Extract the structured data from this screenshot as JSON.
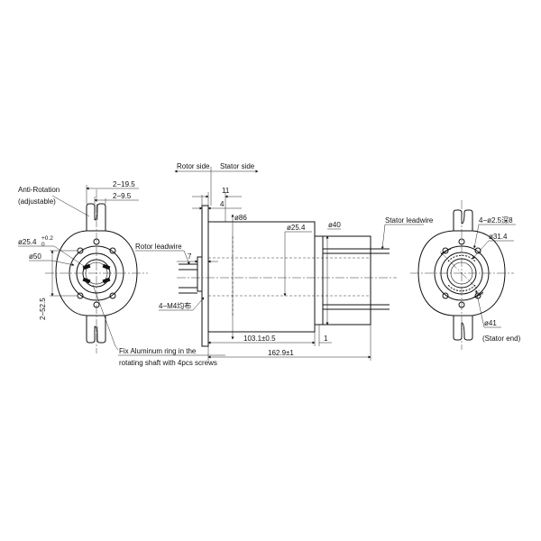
{
  "callouts": {
    "rotor_side": "Rotor side",
    "stator_side": "Stator side",
    "anti_rotation": "Anti-Rotation",
    "adjustable": "(adjustable)",
    "dim_2_19_5": "2−19.5",
    "dim_2_9_5": "2−9.5",
    "dia_25_4_left": "ø25.4",
    "tol_plus": "+0.2",
    "tol_zero": "0",
    "dia_50": "ø50",
    "dim_2_52_5": "2−52.5",
    "fix_ring_line1": "Fix Aluminum ring in the",
    "fix_ring_line2": "rotating shaft with 4pcs screws",
    "dim_11": "11",
    "dim_4": "4",
    "dim_7": "7",
    "dia_86": "ø86",
    "rotor_leadwire": "Rotor leadwire",
    "m4": "4−M4均布",
    "dia_25_4_mid": "ø25.4",
    "dia_40": "ø40",
    "dim_103_1": "103.1±0.5",
    "dim_1": "1",
    "dim_162_9": "162.9±1",
    "stator_leadwire": "Stator leadwire",
    "holes_4": "4−ø2.5深8",
    "dia_31_4": "ø31.4",
    "dia_41": "ø41",
    "stator_end": "(Stator end)"
  },
  "colors": {
    "line": "#111111",
    "background": "#ffffff"
  }
}
